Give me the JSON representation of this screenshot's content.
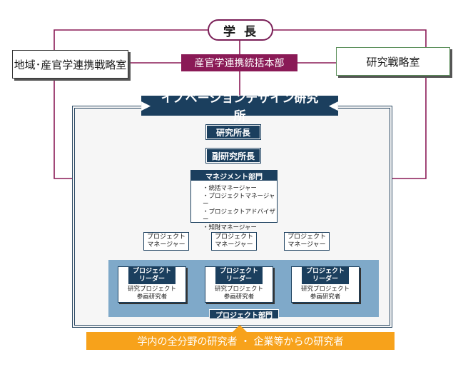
{
  "president": "学長",
  "left_office": "地域･産官学連携戦略室",
  "right_office": "研究戦略室",
  "headquarters": "産官学連携統括本部",
  "institute": {
    "title": "イノベーションデザイン研究所",
    "director": "研究所長",
    "vice_director": "副研究所長"
  },
  "management": {
    "title": "マネジメント部門",
    "items": [
      "統括マネージャー",
      "プロジェクトマネージャー",
      "プロジェクトアドバイザー",
      "知財マネージャー"
    ]
  },
  "project_managers": [
    {
      "line1": "プロジェクト",
      "line2": "マネージャー"
    },
    {
      "line1": "プロジェクト",
      "line2": "マネージャー"
    },
    {
      "line1": "プロジェクト",
      "line2": "マネージャー"
    }
  ],
  "project_leaders": [
    {
      "head1": "プロジェクト",
      "head2": "リーダー",
      "body1": "研究プロジェクト",
      "body2": "参画研究者"
    },
    {
      "head1": "プロジェクト",
      "head2": "リーダー",
      "body1": "研究プロジェクト",
      "body2": "参画研究者"
    },
    {
      "head1": "プロジェクト",
      "head2": "リーダー",
      "body1": "研究プロジェクト",
      "body2": "参画研究者"
    }
  ],
  "project_dept": "プロジェクト部門",
  "bottom_bar": "学内の全分野の研究者 ・ 企業等からの研究者",
  "colors": {
    "navy": "#1b3f5e",
    "magenta": "#8a1a56",
    "green": "#5b8f5a",
    "light_blue": "#7fa9c9",
    "orange": "#f7a21b"
  }
}
